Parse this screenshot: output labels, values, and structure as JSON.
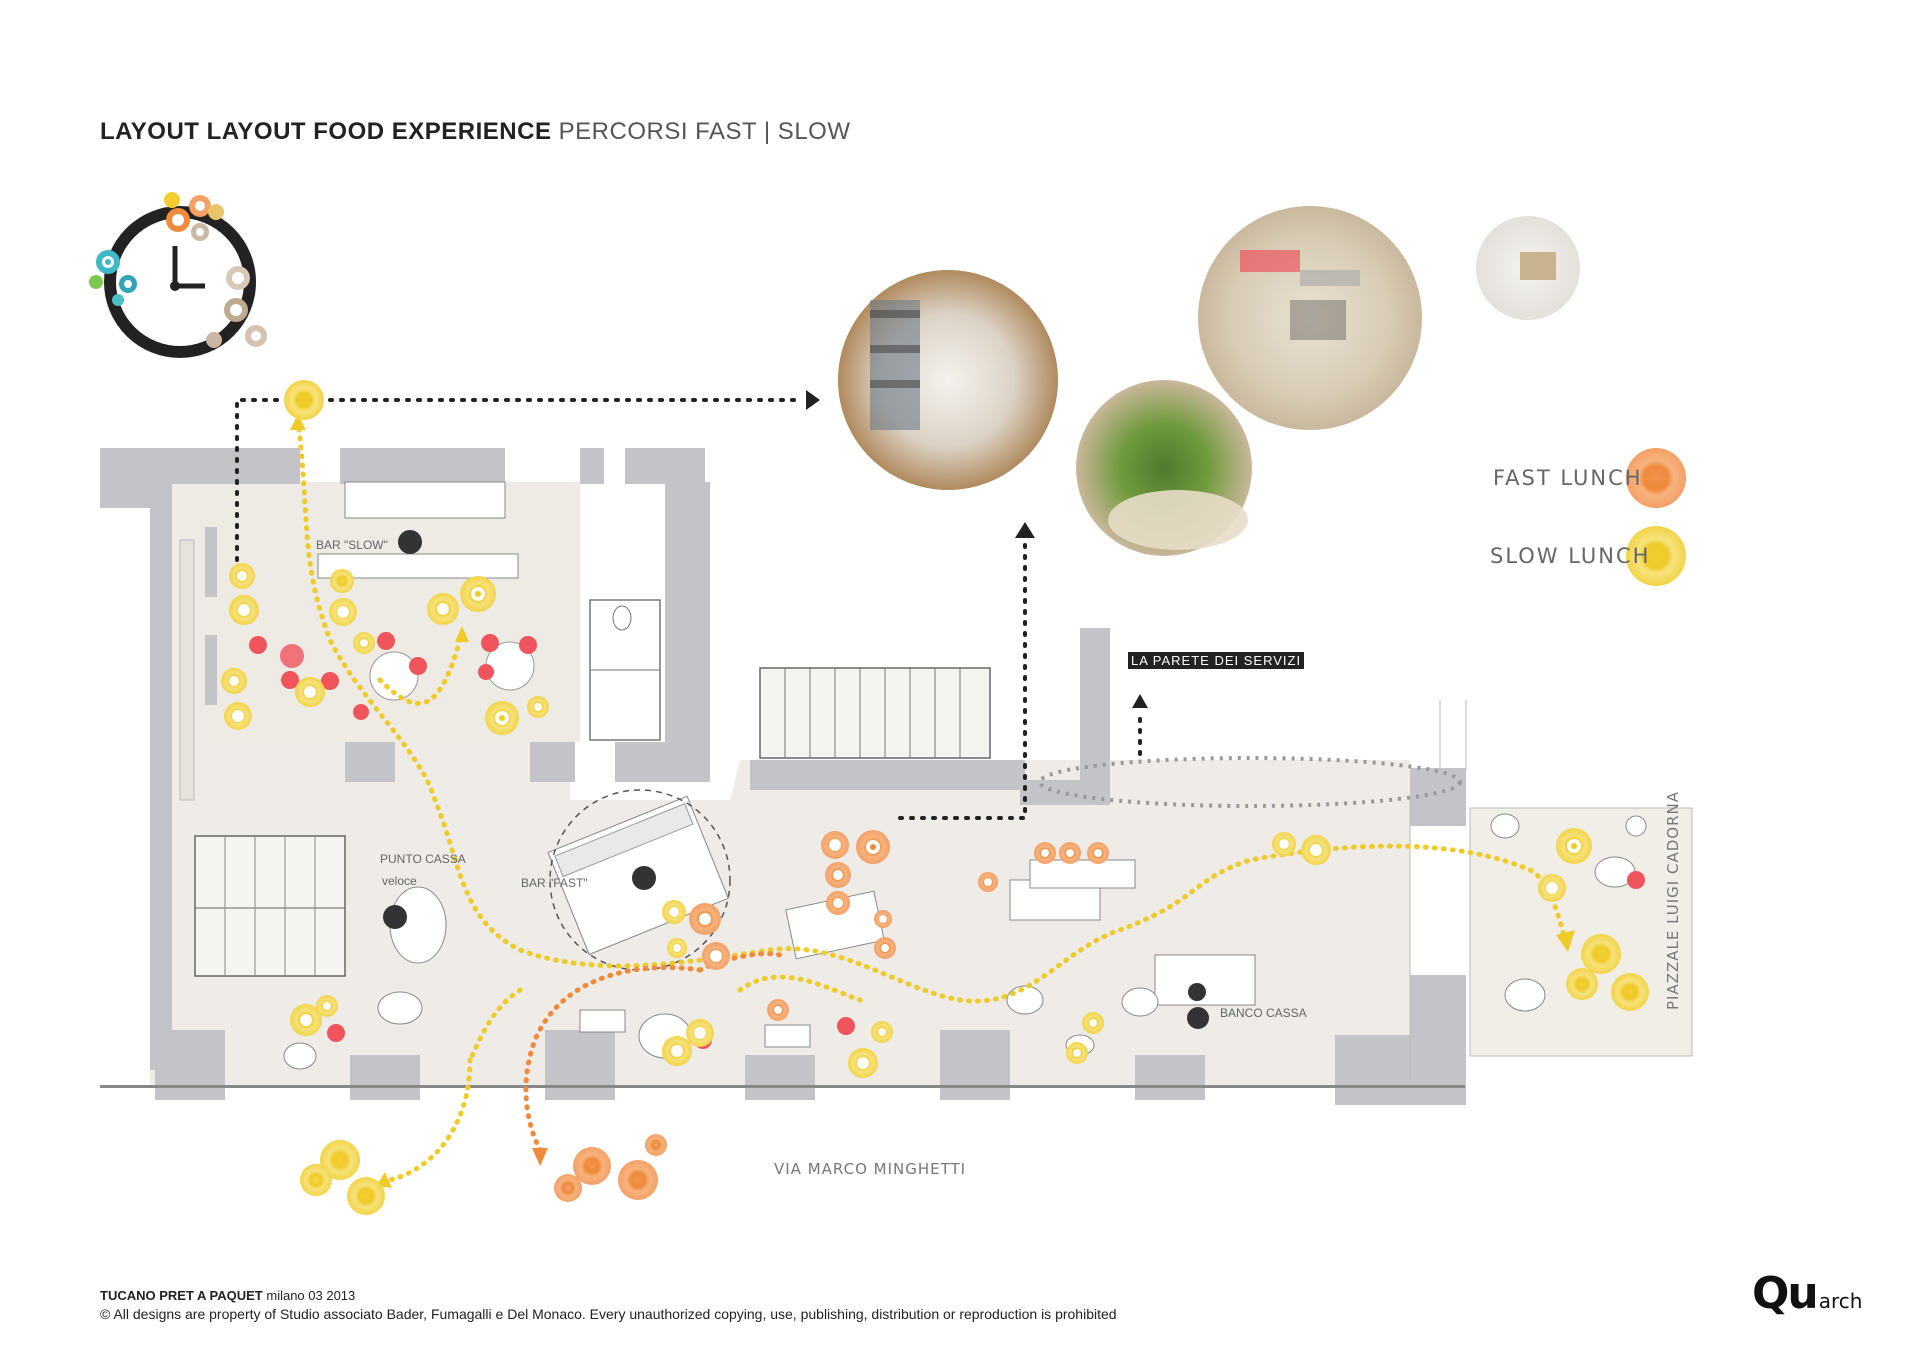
{
  "title": {
    "bold": "LAYOUT LAYOUT FOOD EXPERIENCE",
    "light": " PERCORSI FAST | SLOW"
  },
  "legend": {
    "fast": "FAST  LUNCH",
    "slow": "SLOW  LUNCH"
  },
  "colors": {
    "fast": "#f08a3c",
    "slow": "#f2cf2e",
    "table_red": "#f0555e",
    "wall": "#c4c4c8",
    "floor": "#efebe6",
    "path_dots": "#222222"
  },
  "plan_labels": {
    "bar_slow": "BAR \"SLOW\"",
    "bar_fast": "BAR \"FAST\"",
    "punto_cassa": "PUNTO CASSA",
    "veloce": "veloce",
    "banco_cassa": "BANCO CASSA",
    "parete": "LA PARETE DEI SERVIZI"
  },
  "streets": {
    "minghetti": "VIA MARCO MINGHETTI",
    "cadorna": "PIAZZALE LUIGI CADORNA"
  },
  "footer": {
    "project": "TUCANO PRET A PAQUET",
    "place_date": " milano 03 2013",
    "copyright": "© All designs are property of Studio associato Bader, Fumagalli e Del Monaco. Every unauthorized copying, use, publishing, distribution or reproduction is prohibited"
  },
  "brand": {
    "main": "Qu",
    "sub": "arch"
  }
}
